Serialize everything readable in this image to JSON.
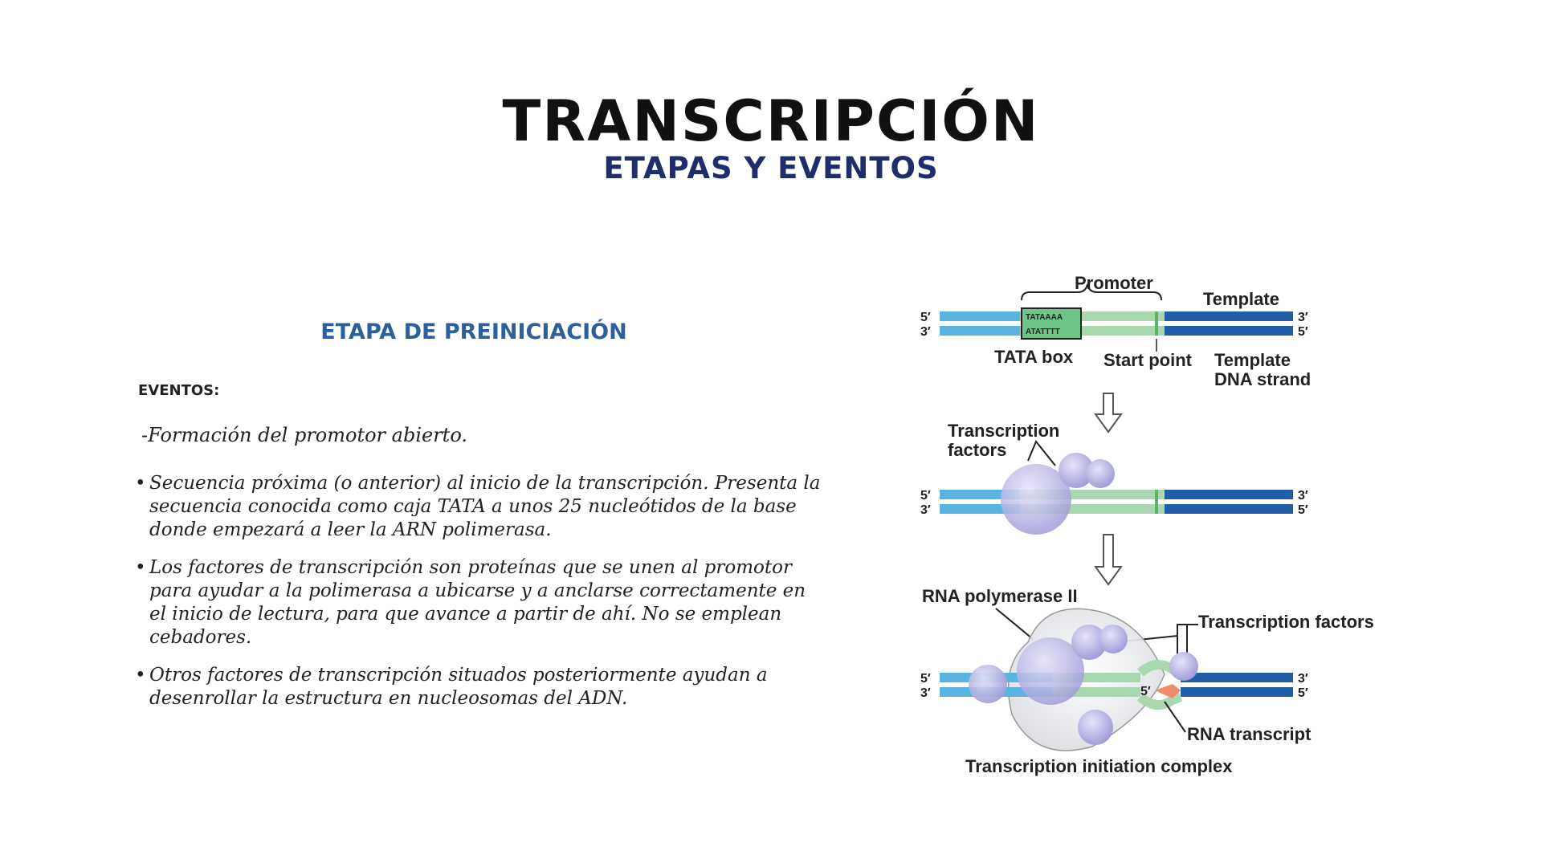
{
  "slide": {
    "title": "TRANSCRIPCIÓN",
    "subtitle": "ETAPAS Y EVENTOS"
  },
  "section": {
    "title": "ETAPA DE PREINICIACIÓN",
    "events_label": "EVENTOS:",
    "intro": "-Formación del promotor abierto.",
    "bullets": [
      "Secuencia próxima (o anterior) al inicio de la transcripción. Presenta la secuencia conocida como caja TATA a unos 25 nucleótidos de la base donde empezará a leer la ARN polimerasa.",
      "Los factores de transcripción son proteínas que se unen al promotor para ayudar a la polimerasa a ubicarse y a anclarse correctamente en el inicio de lectura, para que avance a partir de ahí. No se emplean cebadores.",
      "Otros factores de transcripción situados posteriormente ayudan a desenrollar la estructura en nucleosomas del ADN."
    ]
  },
  "diagram": {
    "promoter": "Promoter",
    "template": "Template",
    "tata_box": "TATA box",
    "start_point": "Start point",
    "template_strand_1": "Template",
    "template_strand_2": "DNA strand",
    "tata_top": "TATAAAA",
    "tata_bottom": "ATATTTT",
    "five_prime": "5′",
    "three_prime": "3′",
    "tf_1": "Transcription",
    "tf_2": "factors",
    "rna_pol": "RNA polymerase II",
    "tf_full": "Transcription factors",
    "rna_transcript": "RNA transcript",
    "complex": "Transcription initiation complex",
    "colors": {
      "dna_light": "#5ab4e0",
      "dna_dark": "#1f5fa8",
      "promoter_green": "#a9d8b0",
      "protein": "#b3b0e0",
      "rna": "#f08a6a"
    }
  }
}
